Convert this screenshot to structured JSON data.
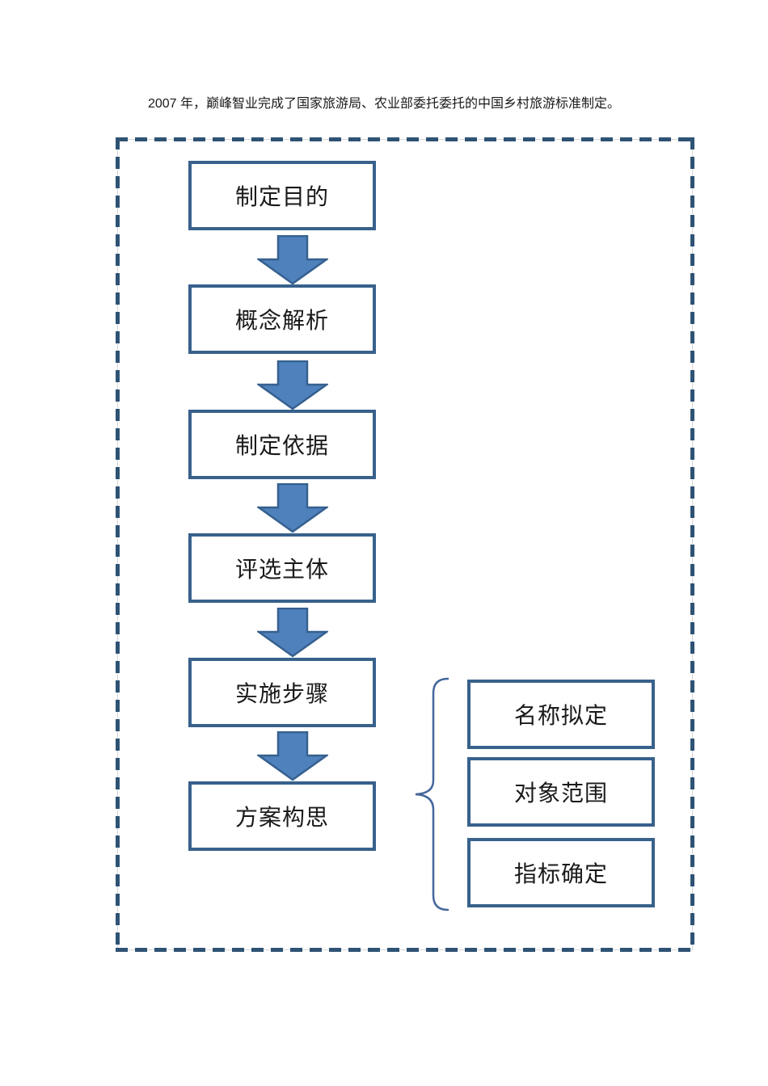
{
  "page": {
    "caption": "2007 年，巅峰智业完成了国家旅游局、农业部委托委托的中国乡村旅游标准制定。"
  },
  "flowchart": {
    "main_steps": [
      {
        "label": "制定目的"
      },
      {
        "label": "概念解析"
      },
      {
        "label": "制定依据"
      },
      {
        "label": "评选主体"
      },
      {
        "label": "实施步骤"
      },
      {
        "label": "方案构思"
      }
    ],
    "sub_steps": [
      {
        "label": "名称拟定"
      },
      {
        "label": "对象范围"
      },
      {
        "label": "指标确定"
      }
    ],
    "colors": {
      "box_border": "#38618C",
      "arrow_fill": "#4F81BD",
      "arrow_stroke": "#36608E",
      "dashed_border": "#2E5374",
      "brace": "#44679B",
      "text": "#1A1A1A"
    }
  }
}
